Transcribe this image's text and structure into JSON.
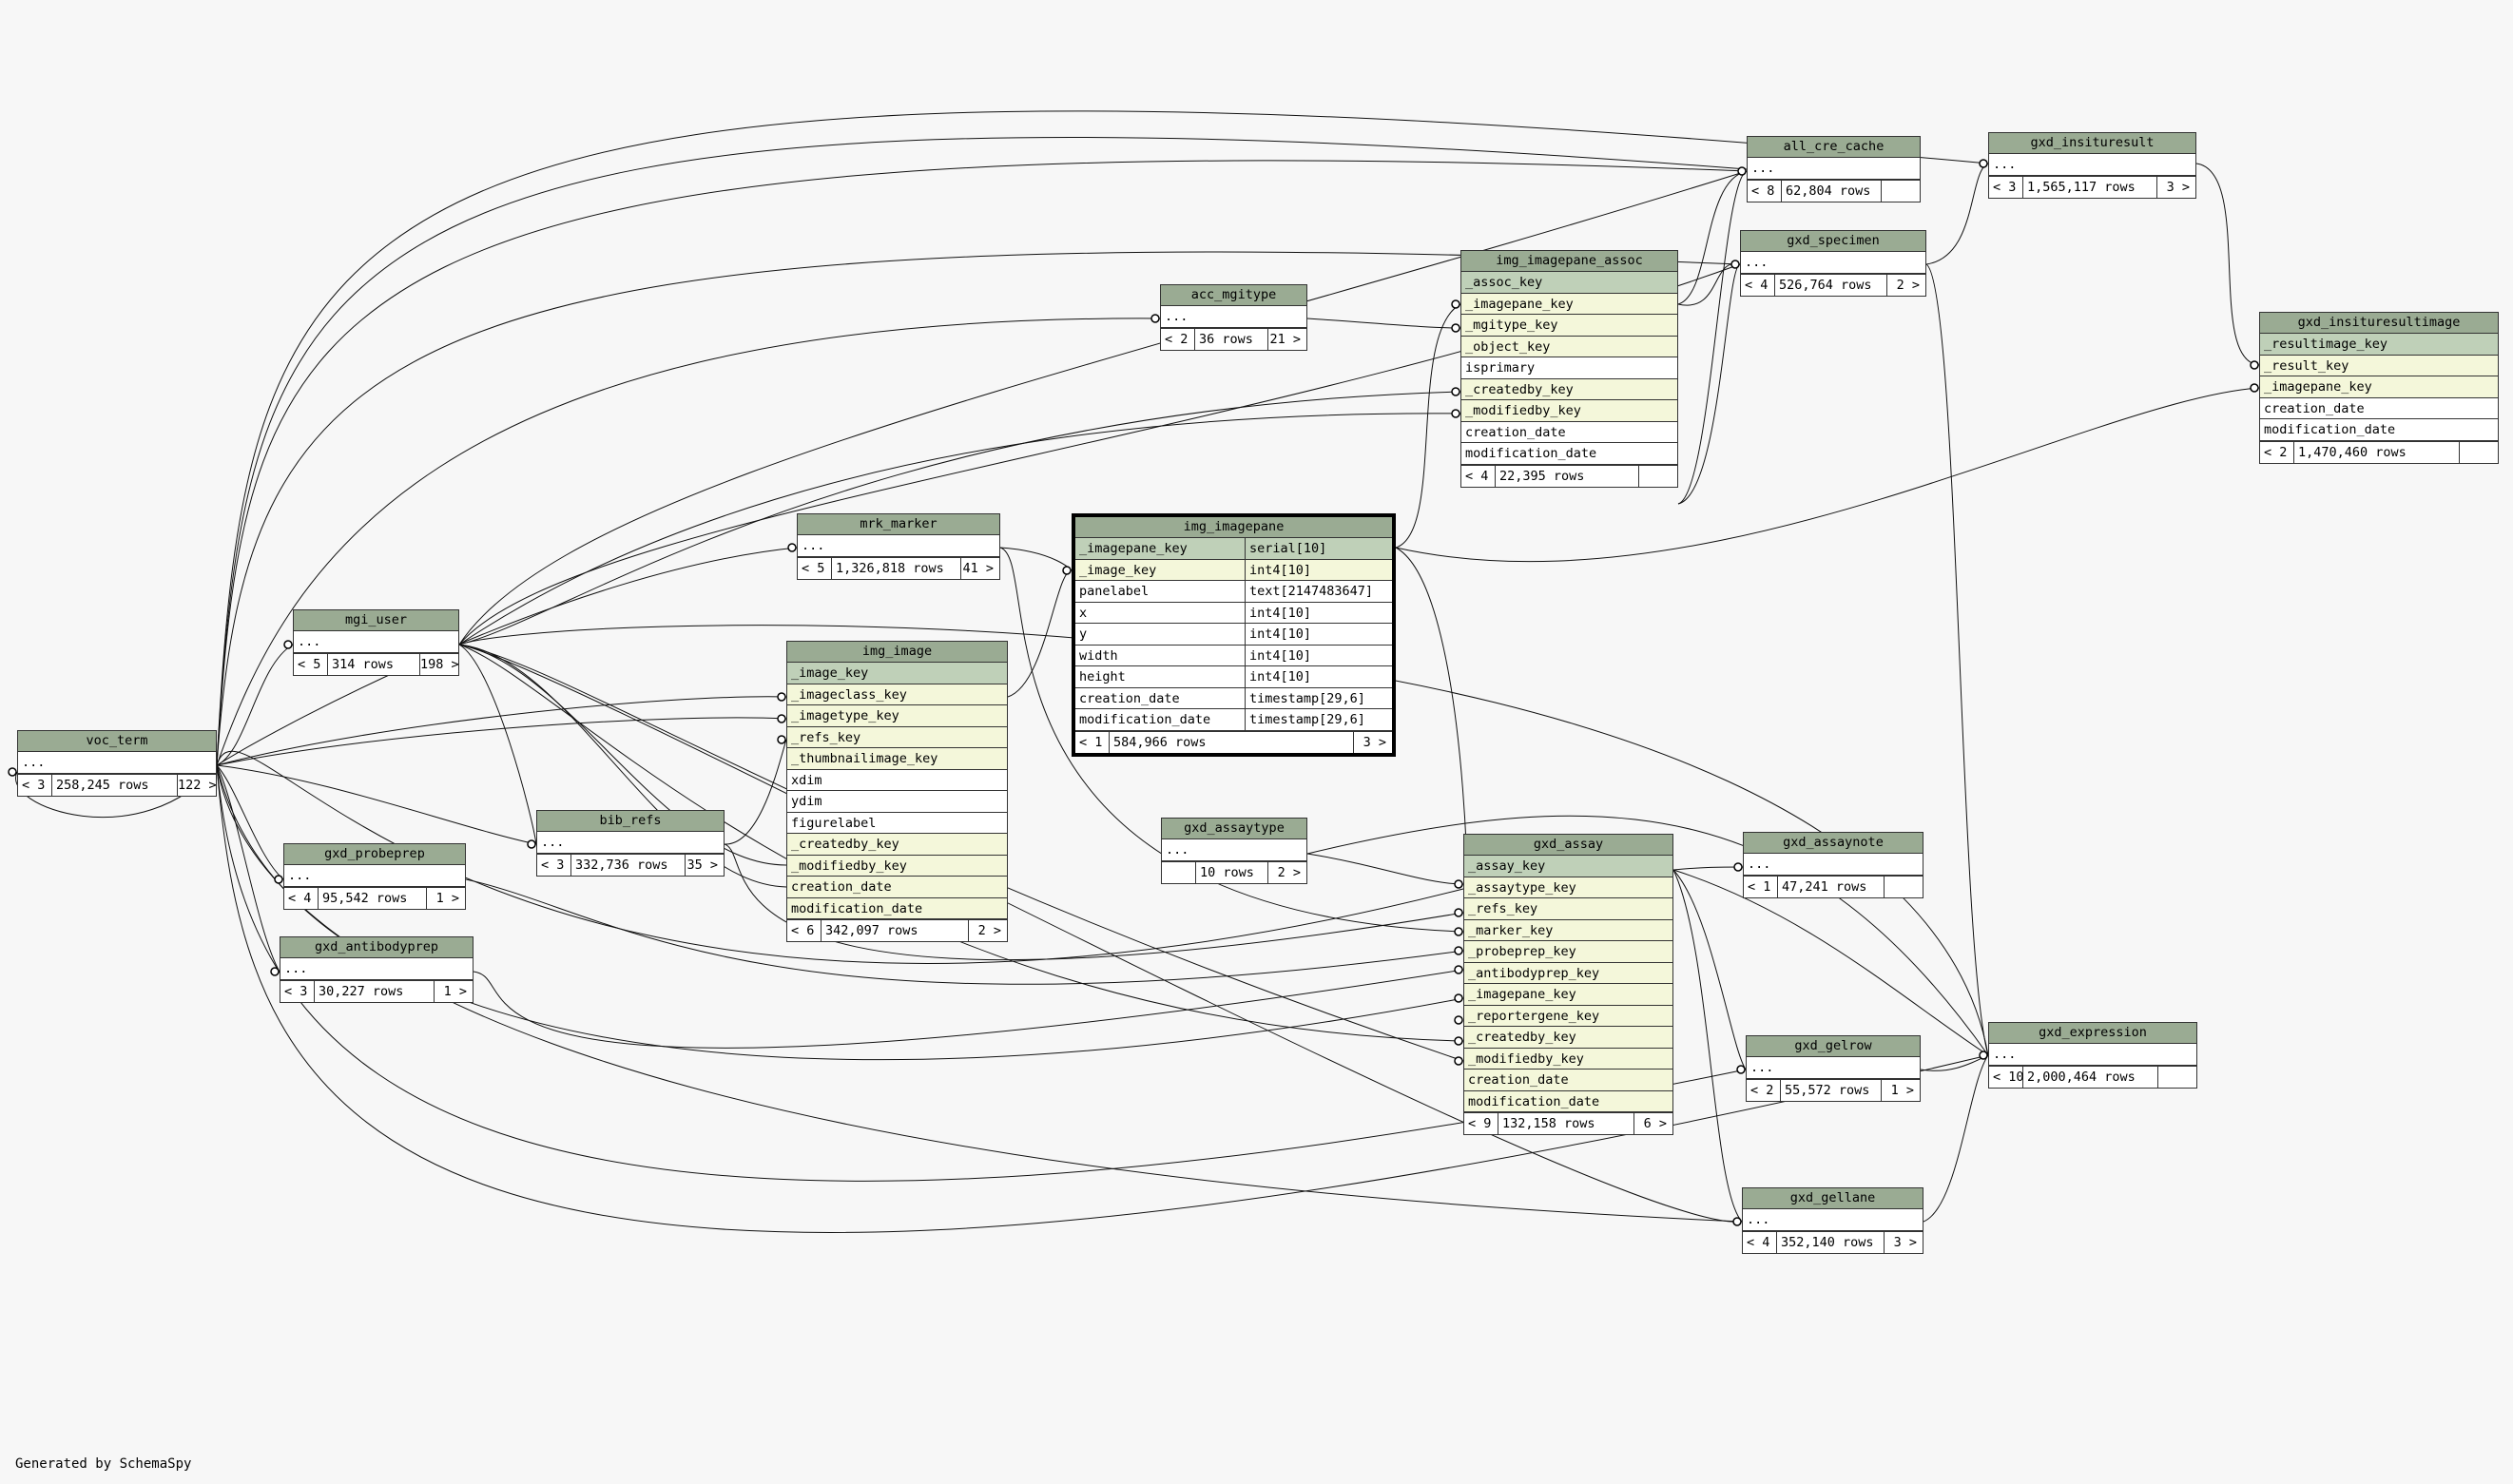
{
  "footer": "Generated by SchemaSpy",
  "tables": {
    "voc_term": {
      "title": "voc_term",
      "rows": [
        {
          "n": "..."
        }
      ],
      "foot": {
        "l": "< 3",
        "m": "258,245 rows",
        "r": "122 >"
      }
    },
    "mgi_user": {
      "title": "mgi_user",
      "rows": [
        {
          "n": "..."
        }
      ],
      "foot": {
        "l": "< 5",
        "m": "314 rows",
        "r": "198 >"
      }
    },
    "gxd_probeprep": {
      "title": "gxd_probeprep",
      "rows": [
        {
          "n": "..."
        }
      ],
      "foot": {
        "l": "< 4",
        "m": "95,542 rows",
        "r": "1 >"
      }
    },
    "gxd_antibodyprep": {
      "title": "gxd_antibodyprep",
      "rows": [
        {
          "n": "..."
        }
      ],
      "foot": {
        "l": "< 3",
        "m": "30,227 rows",
        "r": "1 >"
      }
    },
    "bib_refs": {
      "title": "bib_refs",
      "rows": [
        {
          "n": "..."
        }
      ],
      "foot": {
        "l": "< 3",
        "m": "332,736 rows",
        "r": "35 >"
      }
    },
    "mrk_marker": {
      "title": "mrk_marker",
      "rows": [
        {
          "n": "..."
        }
      ],
      "foot": {
        "l": "< 5",
        "m": "1,326,818 rows",
        "r": "41 >"
      }
    },
    "img_image": {
      "title": "img_image",
      "rows": [
        {
          "n": "_image_key",
          "k": "pk"
        },
        {
          "n": "_imageclass_key",
          "k": "fk"
        },
        {
          "n": "_imagetype_key",
          "k": "fk"
        },
        {
          "n": "_refs_key",
          "k": "fk"
        },
        {
          "n": "_thumbnailimage_key",
          "k": "fk"
        },
        {
          "n": "xdim"
        },
        {
          "n": "ydim"
        },
        {
          "n": "figurelabel"
        },
        {
          "n": "_createdby_key",
          "k": "fk"
        },
        {
          "n": "_modifiedby_key",
          "k": "fk"
        },
        {
          "n": "creation_date",
          "k": "fk"
        },
        {
          "n": "modification_date",
          "k": "fk"
        }
      ],
      "foot": {
        "l": "< 6",
        "m": "342,097 rows",
        "r": "2 >"
      }
    },
    "acc_mgitype": {
      "title": "acc_mgitype",
      "rows": [
        {
          "n": "..."
        }
      ],
      "foot": {
        "l": "< 2",
        "m": "36 rows",
        "r": "21 >"
      }
    },
    "img_imagepane": {
      "title": "img_imagepane",
      "rows": [
        {
          "n": "_imagepane_key",
          "t": "serial[10]",
          "k": "pk"
        },
        {
          "n": "_image_key",
          "t": "int4[10]",
          "k": "fk"
        },
        {
          "n": "panelabel",
          "t": "text[2147483647]"
        },
        {
          "n": "x",
          "t": "int4[10]"
        },
        {
          "n": "y",
          "t": "int4[10]"
        },
        {
          "n": "width",
          "t": "int4[10]"
        },
        {
          "n": "height",
          "t": "int4[10]"
        },
        {
          "n": "creation_date",
          "t": "timestamp[29,6]"
        },
        {
          "n": "modification_date",
          "t": "timestamp[29,6]"
        }
      ],
      "foot": {
        "l": "< 1",
        "m": "584,966 rows",
        "r": "3 >"
      }
    },
    "img_imagepane_assoc": {
      "title": "img_imagepane_assoc",
      "rows": [
        {
          "n": "_assoc_key",
          "k": "pk"
        },
        {
          "n": "_imagepane_key",
          "k": "fk"
        },
        {
          "n": "_mgitype_key",
          "k": "fk"
        },
        {
          "n": "_object_key",
          "k": "fk"
        },
        {
          "n": "isprimary"
        },
        {
          "n": "_createdby_key",
          "k": "fk"
        },
        {
          "n": "_modifiedby_key",
          "k": "fk"
        },
        {
          "n": "creation_date"
        },
        {
          "n": "modification_date"
        }
      ],
      "foot": {
        "l": "< 4",
        "m": "22,395 rows",
        "r": ""
      }
    },
    "all_cre_cache": {
      "title": "all_cre_cache",
      "rows": [
        {
          "n": "..."
        }
      ],
      "foot": {
        "l": "< 8",
        "m": "62,804 rows",
        "r": ""
      }
    },
    "gxd_specimen": {
      "title": "gxd_specimen",
      "rows": [
        {
          "n": "..."
        }
      ],
      "foot": {
        "l": "< 4",
        "m": "526,764 rows",
        "r": "2 >"
      }
    },
    "gxd_insituresult": {
      "title": "gxd_insituresult",
      "rows": [
        {
          "n": "..."
        }
      ],
      "foot": {
        "l": "< 3",
        "m": "1,565,117 rows",
        "r": "3 >"
      }
    },
    "gxd_insituresultimage": {
      "title": "gxd_insituresultimage",
      "rows": [
        {
          "n": "_resultimage_key",
          "k": "pk"
        },
        {
          "n": "_result_key",
          "k": "fk"
        },
        {
          "n": "_imagepane_key",
          "k": "fk"
        },
        {
          "n": "creation_date"
        },
        {
          "n": "modification_date"
        }
      ],
      "foot": {
        "l": "< 2",
        "m": "1,470,460 rows",
        "r": ""
      }
    },
    "gxd_assaytype": {
      "title": "gxd_assaytype",
      "rows": [
        {
          "n": "..."
        }
      ],
      "foot": {
        "l": "",
        "m": "10 rows",
        "r": "2 >"
      }
    },
    "gxd_assay": {
      "title": "gxd_assay",
      "rows": [
        {
          "n": "_assay_key",
          "k": "pk"
        },
        {
          "n": "_assaytype_key",
          "k": "fk"
        },
        {
          "n": "_refs_key",
          "k": "fk"
        },
        {
          "n": "_marker_key",
          "k": "fk"
        },
        {
          "n": "_probeprep_key",
          "k": "fk"
        },
        {
          "n": "_antibodyprep_key",
          "k": "fk"
        },
        {
          "n": "_imagepane_key",
          "k": "fk"
        },
        {
          "n": "_reportergene_key",
          "k": "fk"
        },
        {
          "n": "_createdby_key",
          "k": "fk"
        },
        {
          "n": "_modifiedby_key",
          "k": "fk"
        },
        {
          "n": "creation_date",
          "k": "fk"
        },
        {
          "n": "modification_date",
          "k": "fk"
        }
      ],
      "foot": {
        "l": "< 9",
        "m": "132,158 rows",
        "r": "6 >"
      }
    },
    "gxd_assaynote": {
      "title": "gxd_assaynote",
      "rows": [
        {
          "n": "..."
        }
      ],
      "foot": {
        "l": "< 1",
        "m": "47,241 rows",
        "r": ""
      }
    },
    "gxd_gelrow": {
      "title": "gxd_gelrow",
      "rows": [
        {
          "n": "..."
        }
      ],
      "foot": {
        "l": "< 2",
        "m": "55,572 rows",
        "r": "1 >"
      }
    },
    "gxd_gellane": {
      "title": "gxd_gellane",
      "rows": [
        {
          "n": "..."
        }
      ],
      "foot": {
        "l": "< 4",
        "m": "352,140 rows",
        "r": "3 >"
      }
    },
    "gxd_expression": {
      "title": "gxd_expression",
      "rows": [
        {
          "n": "..."
        }
      ],
      "foot": {
        "l": "< 10",
        "m": "2,000,464 rows",
        "r": ""
      }
    }
  }
}
